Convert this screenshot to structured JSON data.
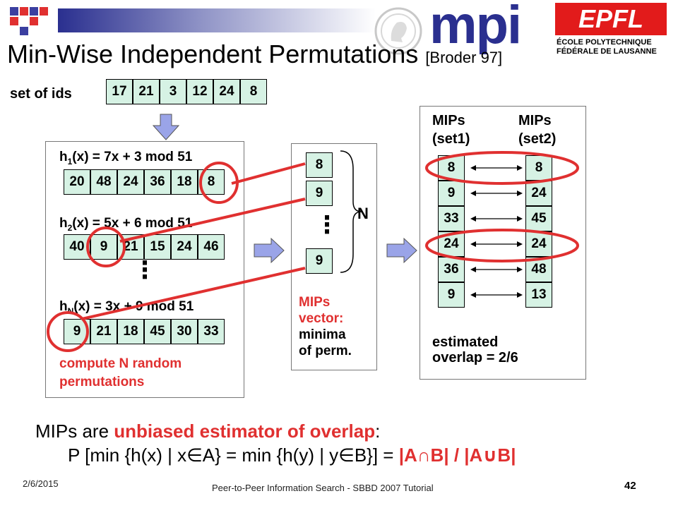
{
  "title": "Min-Wise Independent Permutations",
  "citation": "[Broder 97]",
  "logo_text": "mpi",
  "epfl_logo_text": "EPFL",
  "epfl_caption_1": "ÉCOLE POLYTECHNIQUE",
  "epfl_caption_2": "FÉDÉRALE DE LAUSANNE",
  "set_of_ids_label": "set of ids",
  "ids": [
    "17",
    "21",
    "3",
    "12",
    "24",
    "8"
  ],
  "hash1": {
    "prefix": "h",
    "sub": "1",
    "formula": "(x) = 7x + 3 mod 51",
    "values": [
      "20",
      "48",
      "24",
      "36",
      "18",
      "8"
    ]
  },
  "hash2": {
    "prefix": "h",
    "sub": "2",
    "formula": "(x) = 5x + 6 mod 51",
    "values": [
      "40",
      "9",
      "21",
      "15",
      "24",
      "46"
    ]
  },
  "hashN": {
    "prefix": "h",
    "sub": "N",
    "formula": "(x) = 3x + 9 mod 51",
    "values": [
      "9",
      "21",
      "18",
      "45",
      "30",
      "33"
    ]
  },
  "ellipsis": "⋮",
  "compute_caption_1": "compute N random",
  "compute_caption_2": "permutations",
  "mips_vector": [
    "8",
    "9",
    "9"
  ],
  "n_label": "N",
  "mips_caption_red_1": "MIPs",
  "mips_caption_red_2": "vector:",
  "mips_caption_black_1": "minima",
  "mips_caption_black_2": "of perm.",
  "set1_header_1": "MIPs",
  "set1_header_2": "(set1)",
  "set2_header_1": "MIPs",
  "set2_header_2": "(set2)",
  "set1": [
    "8",
    "9",
    "33",
    "24",
    "36",
    "9"
  ],
  "set2": [
    "8",
    "24",
    "45",
    "24",
    "48",
    "13"
  ],
  "estimated_1": "estimated",
  "estimated_2": "overlap = 2/6",
  "claim_prefix": "MIPs are ",
  "claim_highlight": "unbiased estimator of overlap",
  "claim_suffix": ":",
  "formula_black": "P [min {h(x) | x∈A} = min {h(y) | y∈B}] = ",
  "formula_red": "|A∩B| / |A∪B|",
  "footer_date": "2/6/2015",
  "footer_center": "Peer-to-Peer Information Search - SBBD 2007 Tutorial",
  "page_number": "42",
  "colors": {
    "accent_red": "#e03030",
    "cell_fill": "#d6f2e4",
    "arrow_fill": "#9aa4e8",
    "header_blue": "#2a2f8f"
  }
}
